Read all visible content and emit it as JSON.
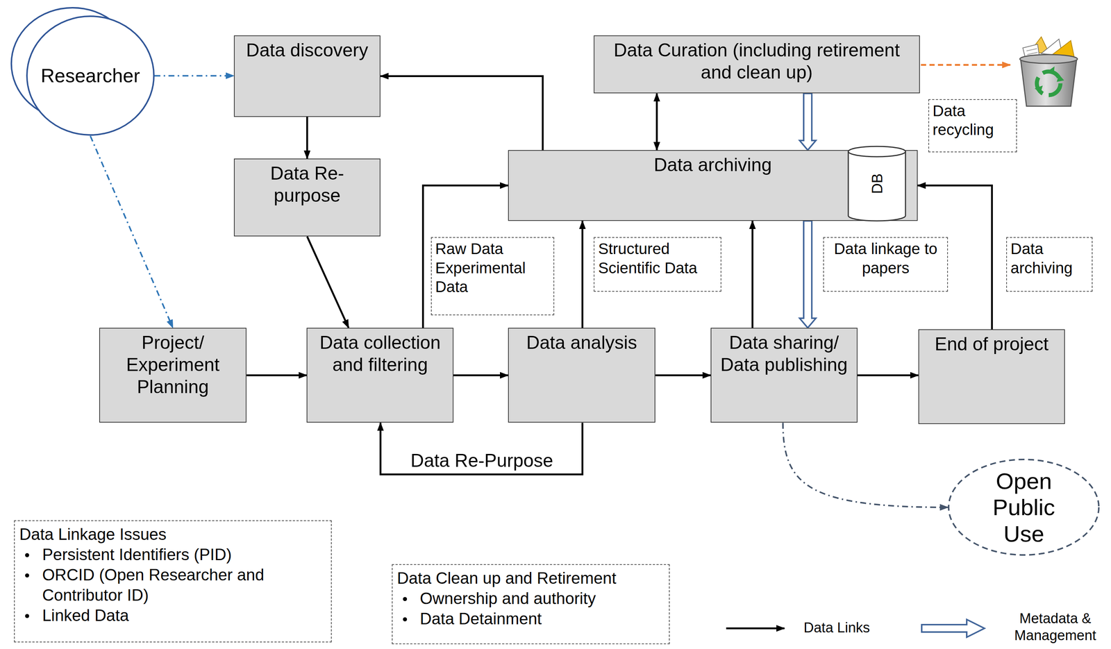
{
  "diagram": {
    "nodes": [
      {
        "text": [
          "Researcher"
        ]
      },
      {
        "text": [
          "Data discovery"
        ]
      },
      {
        "text": [
          "Data Curation (including retirement and clean up)"
        ]
      },
      {
        "text": [
          "Data recycling"
        ]
      },
      {
        "text": [
          "Data archiving"
        ]
      },
      {
        "text": [
          "DB"
        ],
        "in": 4
      },
      {
        "text": [
          "Data Re-purpose"
        ]
      },
      {
        "text": [
          "Raw Data Experimental Data"
        ]
      },
      {
        "text": [
          "Structured Scientific Data"
        ]
      },
      {
        "text": [
          "Data linkage to papers"
        ]
      },
      {
        "text": [
          "Data archiving"
        ]
      },
      {
        "text": [
          "Project/ Experiment Planning"
        ]
      },
      {
        "text": [
          "Data collection and filtering"
        ]
      },
      {
        "text": [
          "Data analysis"
        ]
      },
      {
        "text": [
          "Data sharing/ Data publishing"
        ]
      },
      {
        "text": [
          "End of project"
        ]
      },
      {
        "text": [
          "Open Public Use"
        ]
      },
      {
        "text": [
          "Data Linkage Issues",
          "Persistent Identifiers (PID)",
          "ORCID (Open Researcher and Contributor ID)",
          "Linked Data"
        ]
      },
      {
        "text": [
          "Data Clean up and Retirement",
          "Ownership and authority",
          "Data Detainment"
        ]
      }
    ],
    "edges": [
      {
        "from": 0,
        "to": 1,
        "arrow": "to"
      },
      {
        "from": 0,
        "to": 11,
        "arrow": "to"
      },
      {
        "from": 1,
        "to": 6,
        "arrow": "to"
      },
      {
        "from": 6,
        "to": 12,
        "arrow": "to"
      },
      {
        "from": 11,
        "to": 12,
        "arrow": "to"
      },
      {
        "from": 12,
        "to": 13,
        "arrow": "to"
      },
      {
        "from": 13,
        "to": 14,
        "arrow": "to"
      },
      {
        "from": 14,
        "to": 15,
        "arrow": "to"
      },
      {
        "from": 12,
        "to": 4,
        "arrow": "to"
      },
      {
        "from": 13,
        "to": 4,
        "arrow": "to"
      },
      {
        "from": 14,
        "to": 4,
        "arrow": "to"
      },
      {
        "from": 15,
        "to": 4,
        "arrow": "to"
      },
      {
        "from": 4,
        "to": 1,
        "arrow": "to"
      },
      {
        "from": 2,
        "to": 4,
        "arrow": "both"
      },
      {
        "from": 13,
        "to": 12,
        "label": "Data Re-Purpose",
        "arrow": "to"
      },
      {
        "from": 2,
        "to": 4,
        "arrow": "to"
      },
      {
        "from": 4,
        "to": 14,
        "arrow": "to"
      },
      {
        "from": 14,
        "to": 16,
        "arrow": "to"
      }
    ],
    "legend": [
      {
        "text": "Data Links"
      },
      {
        "text": "Metadata & Management"
      }
    ]
  }
}
